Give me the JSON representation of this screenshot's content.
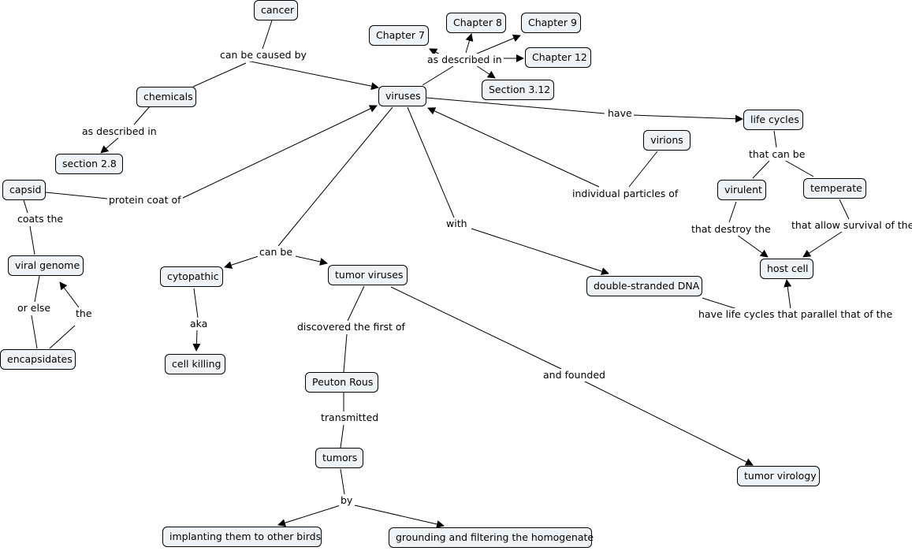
{
  "nodes": {
    "cancer": "cancer",
    "chemicals": "chemicals",
    "section28": "section 2.8",
    "viruses": "viruses",
    "ch7": "Chapter 7",
    "ch8": "Chapter 8",
    "ch9": "Chapter 9",
    "ch12": "Chapter 12",
    "sec312": "Section 3.12",
    "lifecycles": "life cycles",
    "virions": "virions",
    "virulent": "virulent",
    "temperate": "temperate",
    "hostcell": "host cell",
    "capsid": "capsid",
    "viralgenome": "viral genome",
    "encapsidates": "encapsidates",
    "cytopathic": "cytopathic",
    "cellkilling": "cell killing",
    "tumorviruses": "tumor viruses",
    "dsdna": "double-stranded DNA",
    "peutonrous": "Peuton Rous",
    "tumors": "tumors",
    "tumorvirology": "tumor virology",
    "implanting": "implanting them to other birds",
    "grounding": "grounding and filtering the homogenate"
  },
  "links": {
    "canbecausedby": "can be caused by",
    "asdescribedin1": "as described in",
    "asdescribedin2": "as described in",
    "have": "have",
    "thatcanbe": "that can be",
    "individualparticles": "individual particles of",
    "thatdestroy": "that destroy the",
    "thatallow": "that allow survival of the",
    "proteincoat": "protein coat of",
    "coatsthe": "coats the",
    "orelse": "or else",
    "the": "the",
    "canbe": "can be",
    "with": "with",
    "aka": "aka",
    "discovered": "discovered the first of",
    "parallel": "have life cycles that parallel that of the",
    "andfounded": "and founded",
    "transmitted": "transmitted",
    "by": "by"
  }
}
